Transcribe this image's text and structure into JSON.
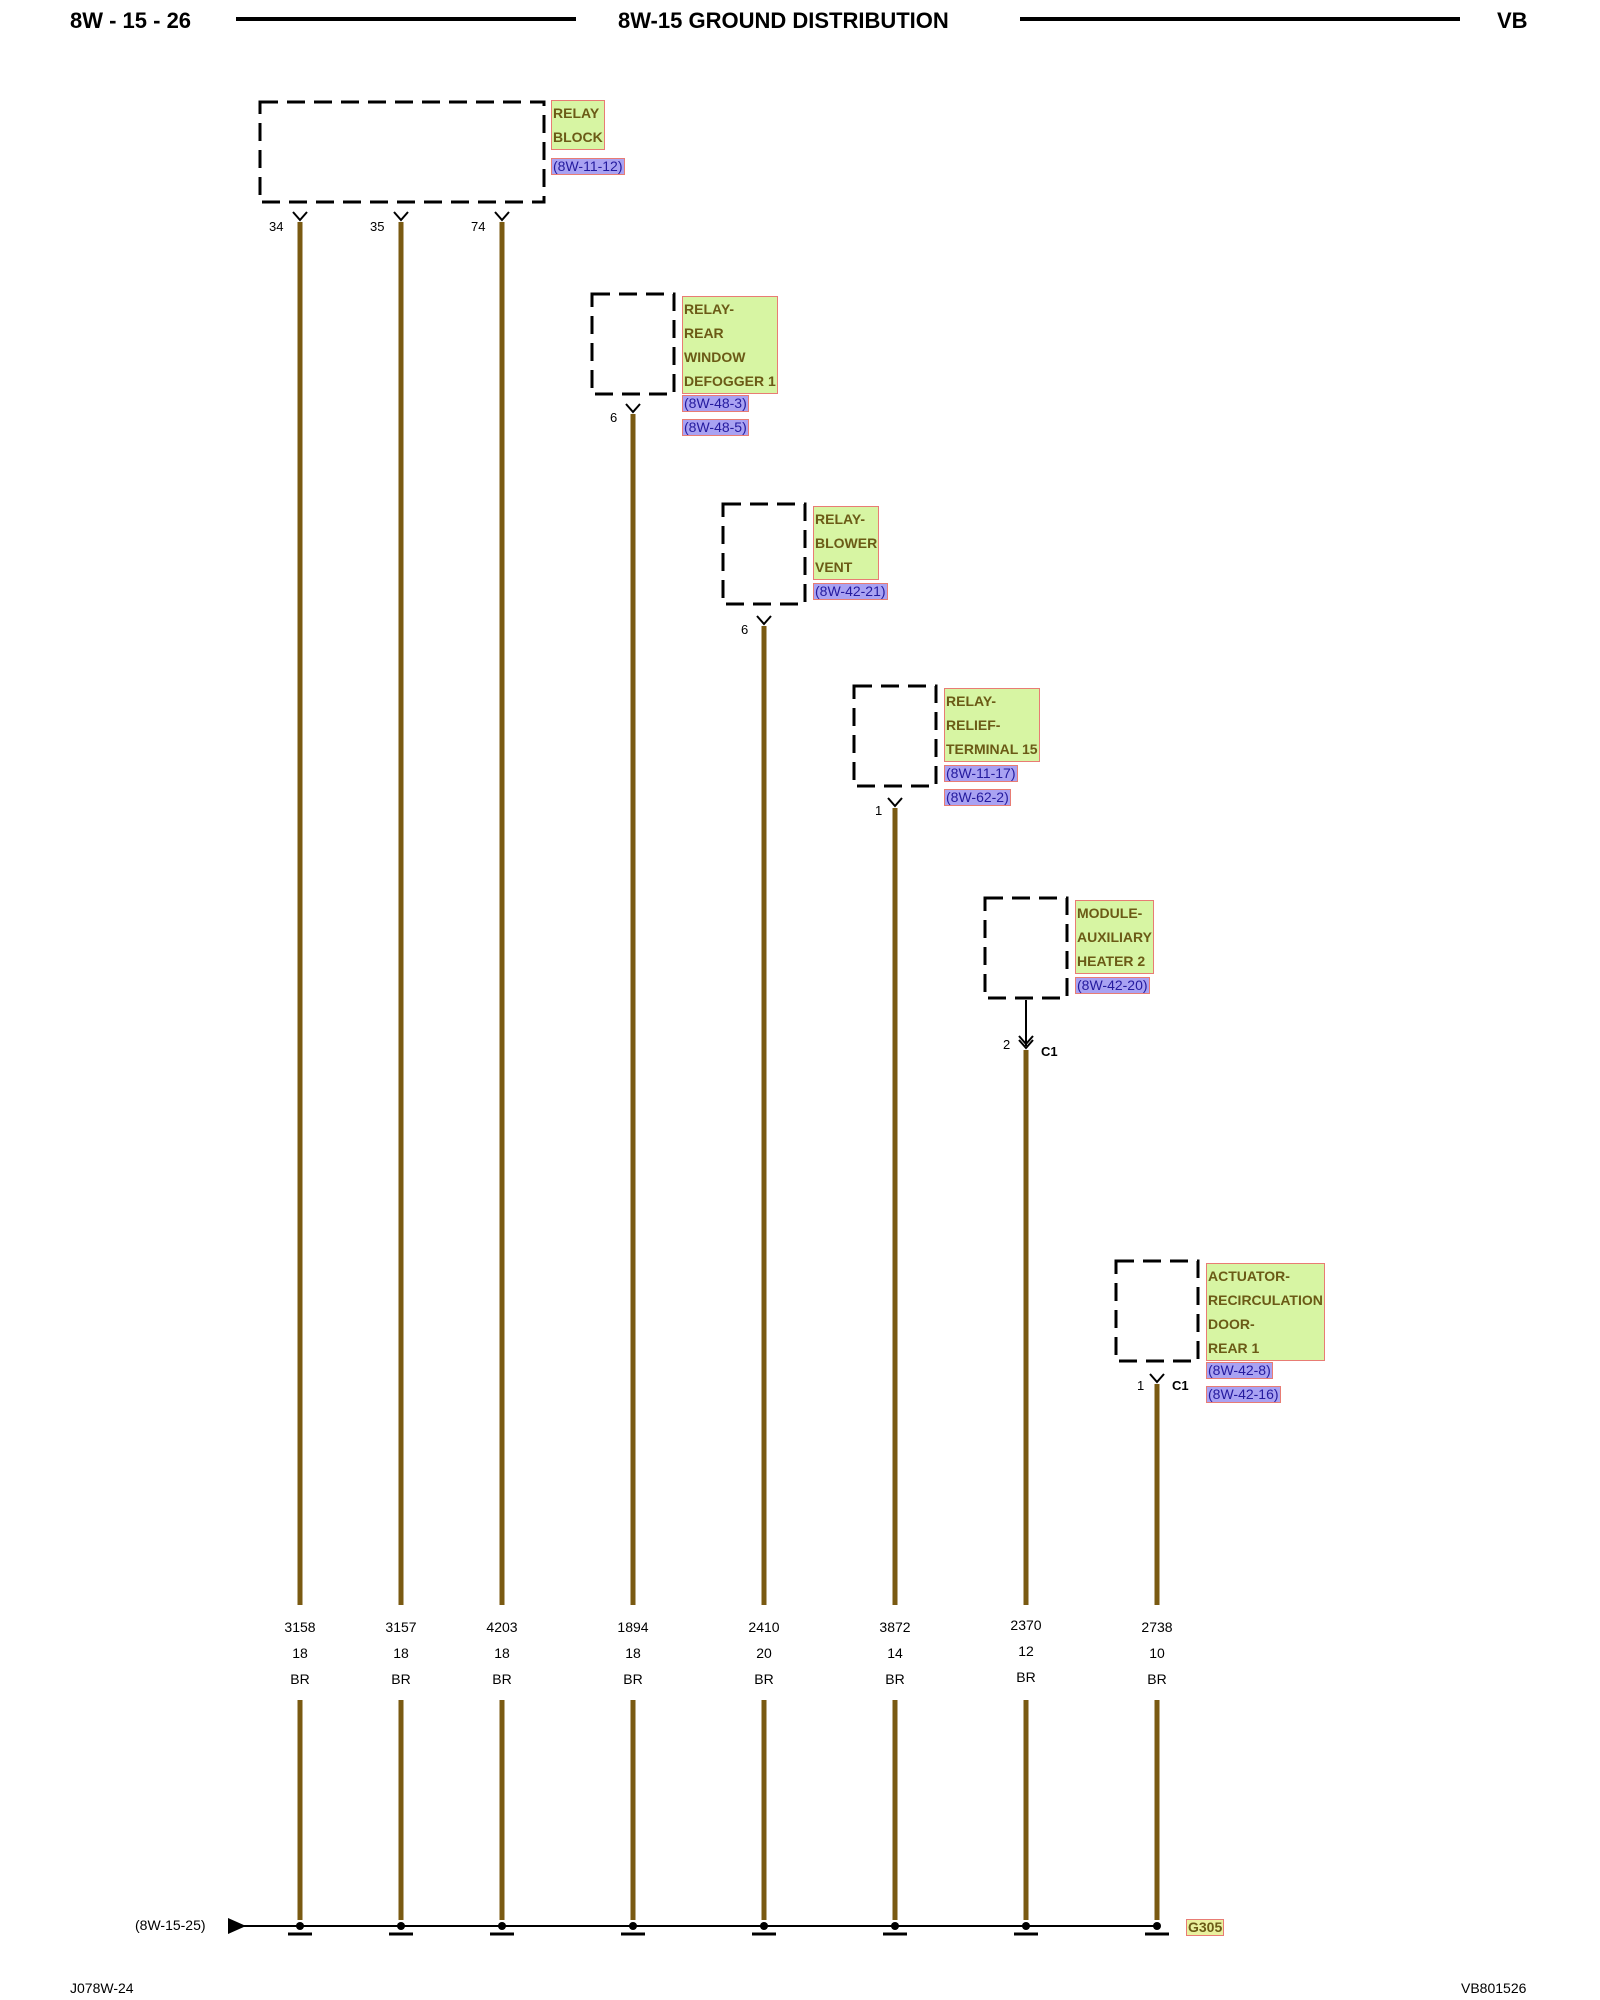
{
  "header": {
    "page": "8W - 15 - 26",
    "title": "8W-15 GROUND DISTRIBUTION",
    "code": "VB"
  },
  "footer": {
    "left": "J078W-24",
    "right": "VB801526"
  },
  "colors": {
    "wire": "#7a5a12",
    "name_fill": "#d7f5a3",
    "ref_fill": "#a9a2f2",
    "box_border": "#e87c74"
  },
  "components": [
    {
      "name_lines": [
        "RELAY",
        "BLOCK"
      ],
      "refs": [
        "(8W-11-12)"
      ]
    },
    {
      "name_lines": [
        "RELAY-",
        "REAR",
        "WINDOW",
        "DEFOGGER 1"
      ],
      "refs": [
        "(8W-48-3)",
        "(8W-48-5)"
      ]
    },
    {
      "name_lines": [
        "RELAY-",
        "BLOWER",
        "VENT"
      ],
      "refs": [
        "(8W-42-21)"
      ]
    },
    {
      "name_lines": [
        "RELAY-",
        "RELIEF-",
        "TERMINAL 15"
      ],
      "refs": [
        "(8W-11-17)",
        "(8W-62-2)"
      ]
    },
    {
      "name_lines": [
        "MODULE-",
        "AUXILIARY",
        "HEATER 2"
      ],
      "refs": [
        "(8W-42-20)"
      ]
    },
    {
      "name_lines": [
        "ACTUATOR-",
        "RECIRCULATION",
        "DOOR-",
        "REAR 1"
      ],
      "refs": [
        "(8W-42-8)",
        "(8W-42-16)"
      ]
    }
  ],
  "wires": [
    {
      "pin": "34",
      "connector": "",
      "circuit": "3158",
      "gauge": "18",
      "color": "BR"
    },
    {
      "pin": "35",
      "connector": "",
      "circuit": "3157",
      "gauge": "18",
      "color": "BR"
    },
    {
      "pin": "74",
      "connector": "",
      "circuit": "4203",
      "gauge": "18",
      "color": "BR"
    },
    {
      "pin": "6",
      "connector": "",
      "circuit": "1894",
      "gauge": "18",
      "color": "BR"
    },
    {
      "pin": "6",
      "connector": "",
      "circuit": "2410",
      "gauge": "20",
      "color": "BR"
    },
    {
      "pin": "1",
      "connector": "",
      "circuit": "3872",
      "gauge": "14",
      "color": "BR"
    },
    {
      "pin": "2",
      "connector": "C1",
      "circuit": "2370",
      "gauge": "12",
      "color": "BR"
    },
    {
      "pin": "1",
      "connector": "C1",
      "circuit": "2738",
      "gauge": "10",
      "color": "BR"
    }
  ],
  "ground": {
    "continuation_ref": "(8W-15-25)",
    "label": "G305"
  }
}
